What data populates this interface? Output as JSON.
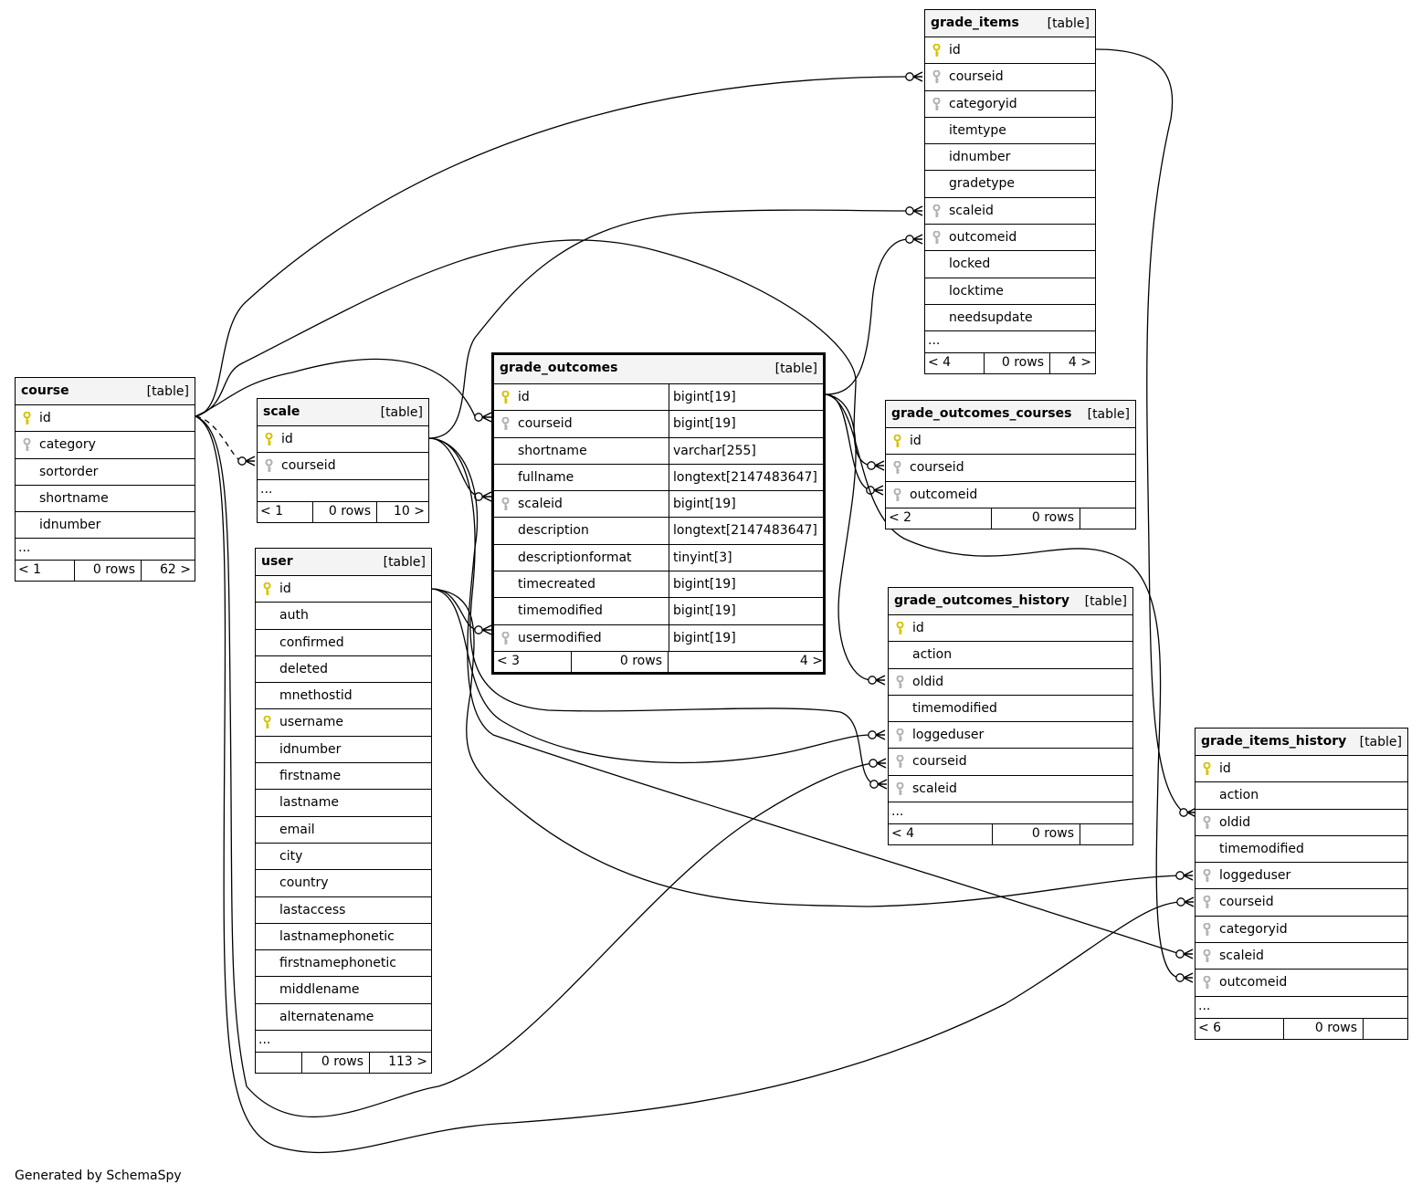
{
  "colors": {
    "primary_key": "#d4c300",
    "foreign_key": "#b0b0b0",
    "header_bg": "#f4f4f4",
    "line": "#000000"
  },
  "footer_text": "Generated by SchemaSpy",
  "tables": {
    "course": {
      "name": "course",
      "type": "[table]",
      "columns": [
        {
          "name": "id",
          "key": "primary-key-icon"
        },
        {
          "name": "category",
          "key": "foreign-key-icon"
        },
        {
          "name": "sortorder",
          "key": ""
        },
        {
          "name": "shortname",
          "key": ""
        },
        {
          "name": "idnumber",
          "key": ""
        }
      ],
      "ellipsis": "...",
      "footer": [
        "< 1",
        "0 rows",
        "62 >"
      ]
    },
    "scale": {
      "name": "scale",
      "type": "[table]",
      "columns": [
        {
          "name": "id",
          "key": "primary-key-icon"
        },
        {
          "name": "courseid",
          "key": "foreign-key-icon"
        }
      ],
      "ellipsis": "...",
      "footer": [
        "< 1",
        "0 rows",
        "10 >"
      ]
    },
    "user": {
      "name": "user",
      "type": "[table]",
      "columns": [
        {
          "name": "id",
          "key": "primary-key-icon"
        },
        {
          "name": "auth",
          "key": ""
        },
        {
          "name": "confirmed",
          "key": ""
        },
        {
          "name": "deleted",
          "key": ""
        },
        {
          "name": "mnethostid",
          "key": ""
        },
        {
          "name": "username",
          "key": "primary-key-icon"
        },
        {
          "name": "idnumber",
          "key": ""
        },
        {
          "name": "firstname",
          "key": ""
        },
        {
          "name": "lastname",
          "key": ""
        },
        {
          "name": "email",
          "key": ""
        },
        {
          "name": "city",
          "key": ""
        },
        {
          "name": "country",
          "key": ""
        },
        {
          "name": "lastaccess",
          "key": ""
        },
        {
          "name": "lastnamephonetic",
          "key": ""
        },
        {
          "name": "firstnamephonetic",
          "key": ""
        },
        {
          "name": "middlename",
          "key": ""
        },
        {
          "name": "alternatename",
          "key": ""
        }
      ],
      "ellipsis": "...",
      "footer": [
        "",
        "0 rows",
        "113 >"
      ]
    },
    "grade_outcomes": {
      "name": "grade_outcomes",
      "type": "[table]",
      "columns": [
        {
          "name": "id",
          "key": "primary-key-icon",
          "type": "bigint[19]"
        },
        {
          "name": "courseid",
          "key": "foreign-key-icon",
          "type": "bigint[19]"
        },
        {
          "name": "shortname",
          "key": "",
          "type": "varchar[255]"
        },
        {
          "name": "fullname",
          "key": "",
          "type": "longtext[2147483647]"
        },
        {
          "name": "scaleid",
          "key": "foreign-key-icon",
          "type": "bigint[19]"
        },
        {
          "name": "description",
          "key": "",
          "type": "longtext[2147483647]"
        },
        {
          "name": "descriptionformat",
          "key": "",
          "type": "tinyint[3]"
        },
        {
          "name": "timecreated",
          "key": "",
          "type": "bigint[19]"
        },
        {
          "name": "timemodified",
          "key": "",
          "type": "bigint[19]"
        },
        {
          "name": "usermodified",
          "key": "foreign-key-icon",
          "type": "bigint[19]"
        }
      ],
      "footer": [
        "< 3",
        "0 rows",
        "4 >"
      ]
    },
    "grade_items": {
      "name": "grade_items",
      "type": "[table]",
      "columns": [
        {
          "name": "id",
          "key": "primary-key-icon"
        },
        {
          "name": "courseid",
          "key": "foreign-key-icon"
        },
        {
          "name": "categoryid",
          "key": "foreign-key-icon"
        },
        {
          "name": "itemtype",
          "key": ""
        },
        {
          "name": "idnumber",
          "key": ""
        },
        {
          "name": "gradetype",
          "key": ""
        },
        {
          "name": "scaleid",
          "key": "foreign-key-icon"
        },
        {
          "name": "outcomeid",
          "key": "foreign-key-icon"
        },
        {
          "name": "locked",
          "key": ""
        },
        {
          "name": "locktime",
          "key": ""
        },
        {
          "name": "needsupdate",
          "key": ""
        }
      ],
      "ellipsis": "...",
      "footer": [
        "< 4",
        "0 rows",
        "4 >"
      ]
    },
    "grade_outcomes_courses": {
      "name": "grade_outcomes_courses",
      "type": "[table]",
      "columns": [
        {
          "name": "id",
          "key": "primary-key-icon"
        },
        {
          "name": "courseid",
          "key": "foreign-key-icon"
        },
        {
          "name": "outcomeid",
          "key": "foreign-key-icon"
        }
      ],
      "footer": [
        "< 2",
        "0 rows",
        ""
      ]
    },
    "grade_outcomes_history": {
      "name": "grade_outcomes_history",
      "type": "[table]",
      "columns": [
        {
          "name": "id",
          "key": "primary-key-icon"
        },
        {
          "name": "action",
          "key": ""
        },
        {
          "name": "oldid",
          "key": "foreign-key-icon"
        },
        {
          "name": "timemodified",
          "key": ""
        },
        {
          "name": "loggeduser",
          "key": "foreign-key-icon"
        },
        {
          "name": "courseid",
          "key": "foreign-key-icon"
        },
        {
          "name": "scaleid",
          "key": "foreign-key-icon"
        }
      ],
      "ellipsis": "...",
      "footer": [
        "< 4",
        "0 rows",
        ""
      ]
    },
    "grade_items_history": {
      "name": "grade_items_history",
      "type": "[table]",
      "columns": [
        {
          "name": "id",
          "key": "primary-key-icon"
        },
        {
          "name": "action",
          "key": ""
        },
        {
          "name": "oldid",
          "key": "foreign-key-icon"
        },
        {
          "name": "timemodified",
          "key": ""
        },
        {
          "name": "loggeduser",
          "key": "foreign-key-icon"
        },
        {
          "name": "courseid",
          "key": "foreign-key-icon"
        },
        {
          "name": "categoryid",
          "key": "foreign-key-icon"
        },
        {
          "name": "scaleid",
          "key": "foreign-key-icon"
        },
        {
          "name": "outcomeid",
          "key": "foreign-key-icon"
        }
      ],
      "ellipsis": "...",
      "footer": [
        "< 6",
        "0 rows",
        ""
      ]
    }
  }
}
